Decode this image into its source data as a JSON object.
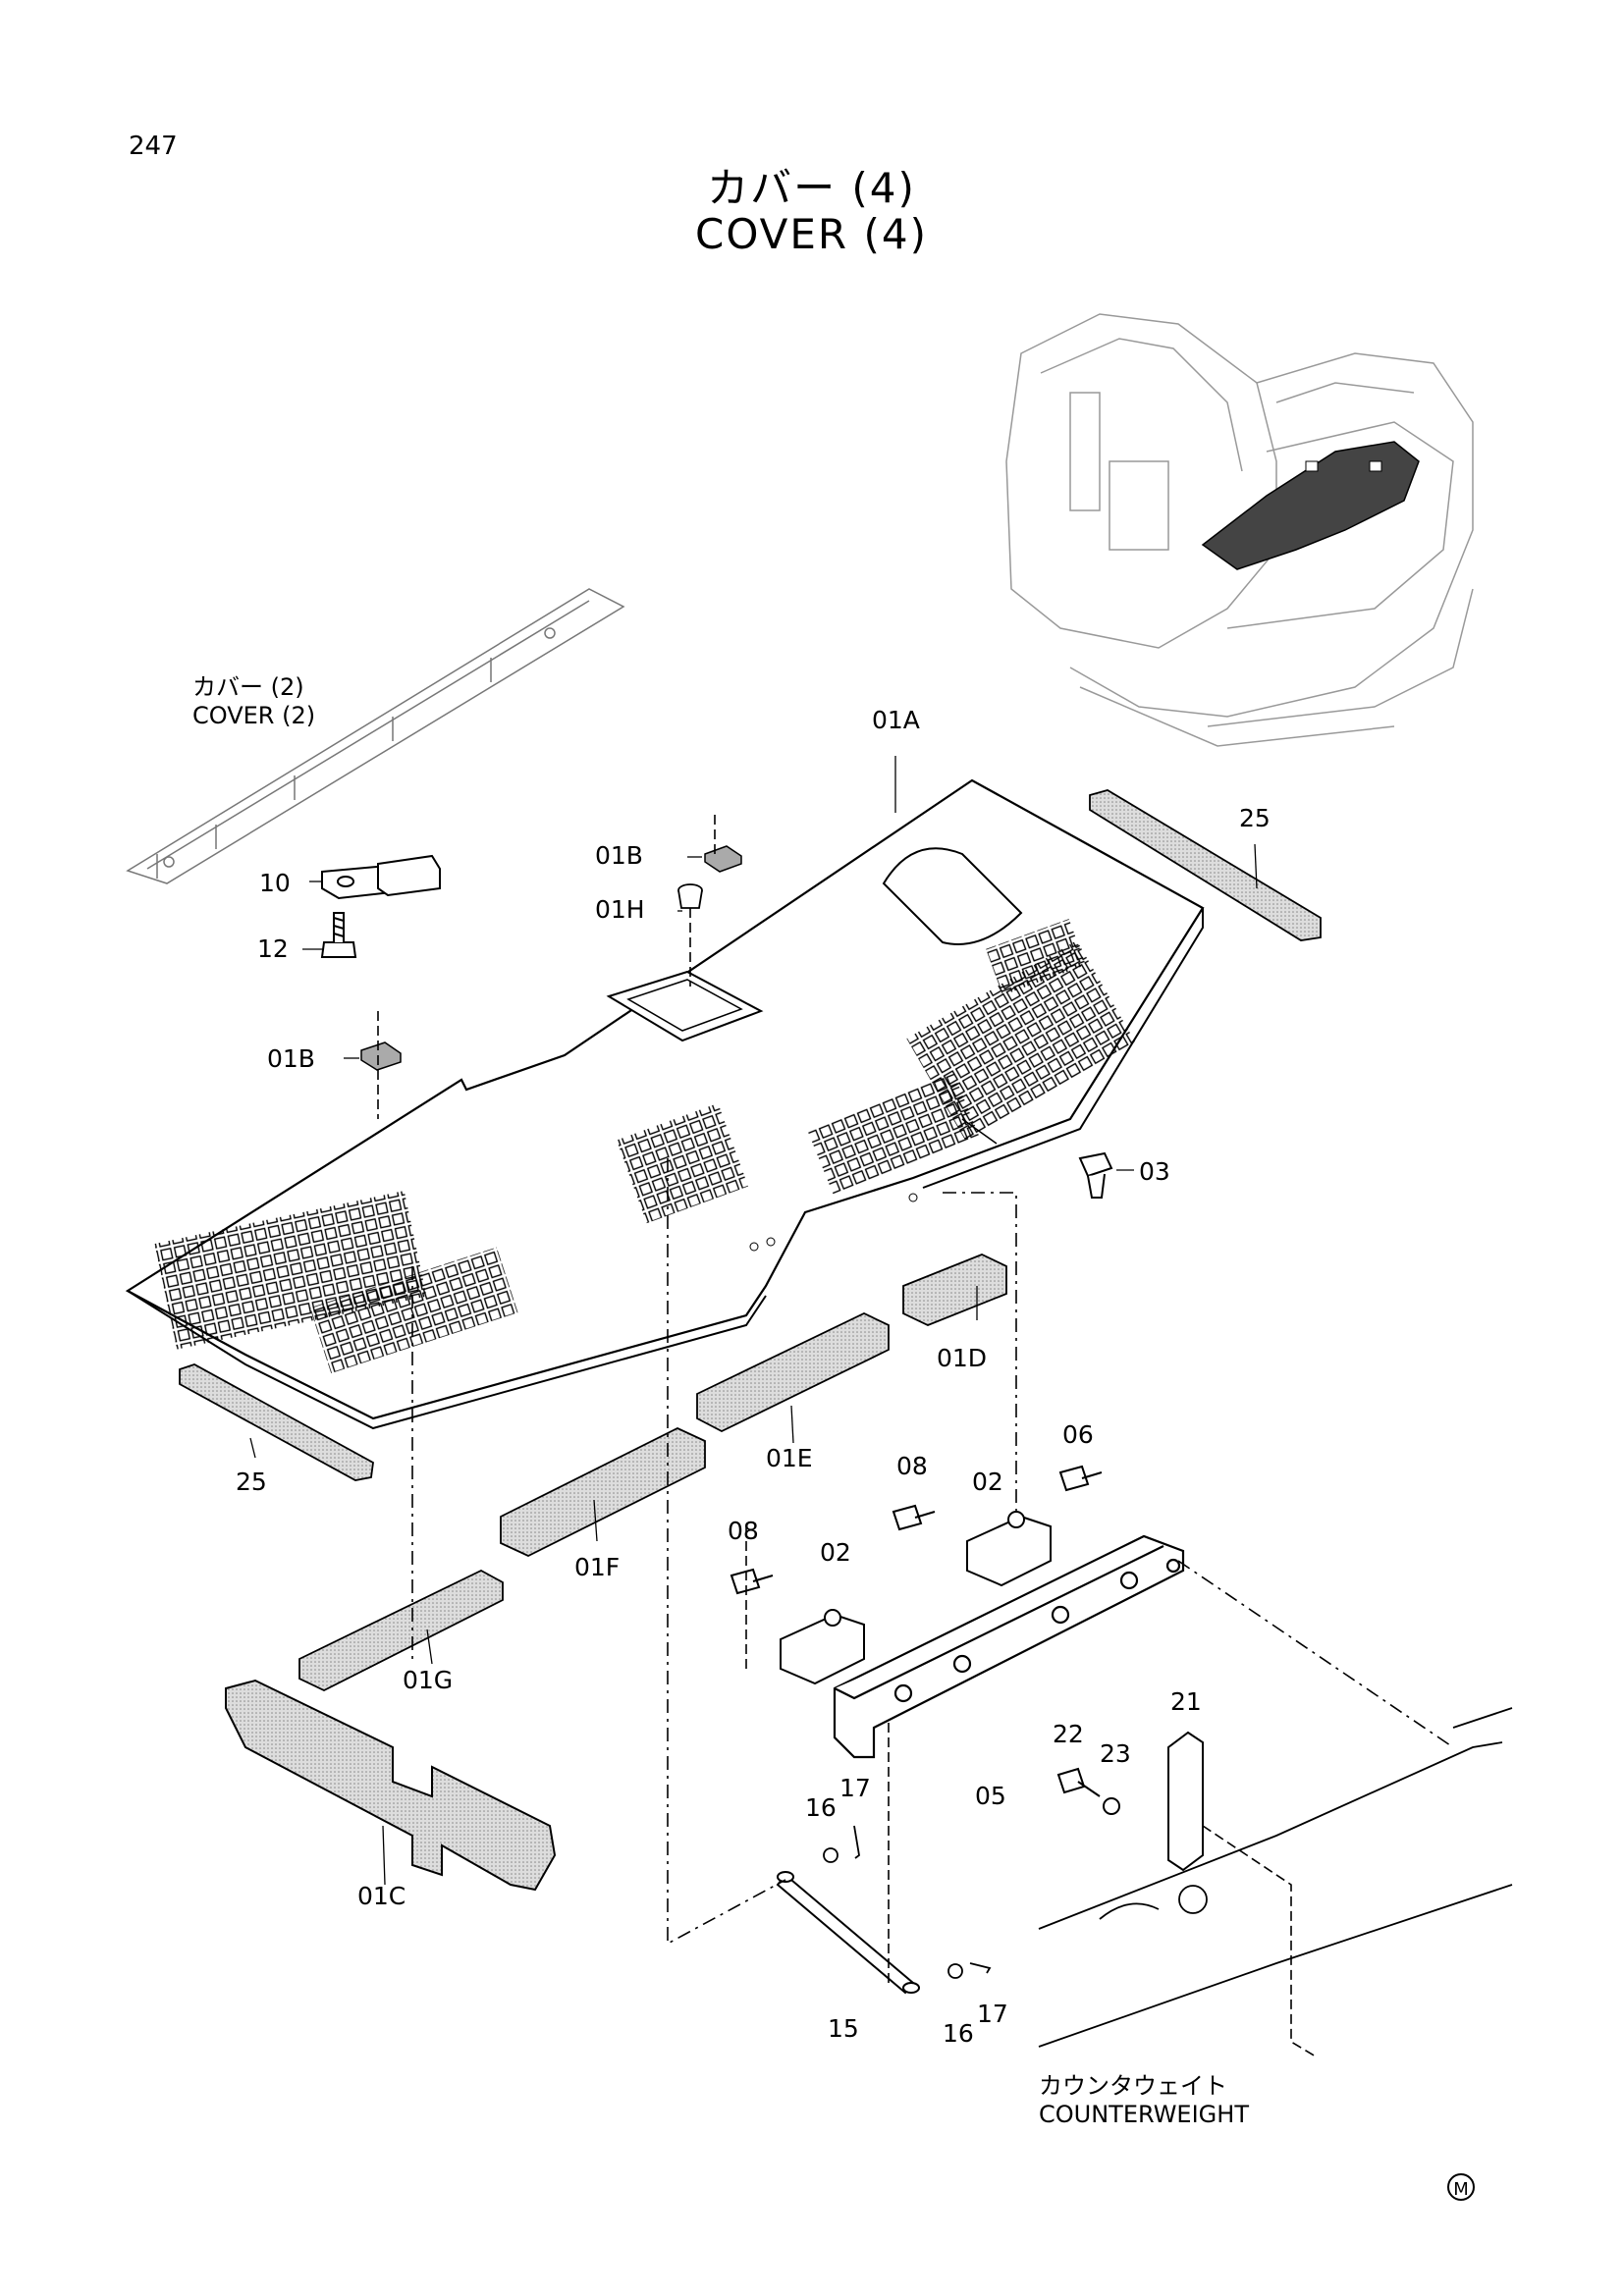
{
  "page_number": "247",
  "title": {
    "ja": "カバー (4)",
    "en": "COVER (4)"
  },
  "reference_cover2": {
    "ja": "カバー (2)",
    "en": "COVER (2)"
  },
  "counterweight": {
    "ja": "カウンタウェイト",
    "en": "COUNTERWEIGHT"
  },
  "mark": "M",
  "callouts": [
    "01A",
    "01B",
    "01H",
    "01B",
    "25",
    "10",
    "12",
    "03",
    "01D",
    "01E",
    "25",
    "01F",
    "01G",
    "01C",
    "06",
    "08",
    "02",
    "08",
    "02",
    "05",
    "22",
    "23",
    "21",
    "16",
    "17",
    "15",
    "16",
    "17"
  ]
}
